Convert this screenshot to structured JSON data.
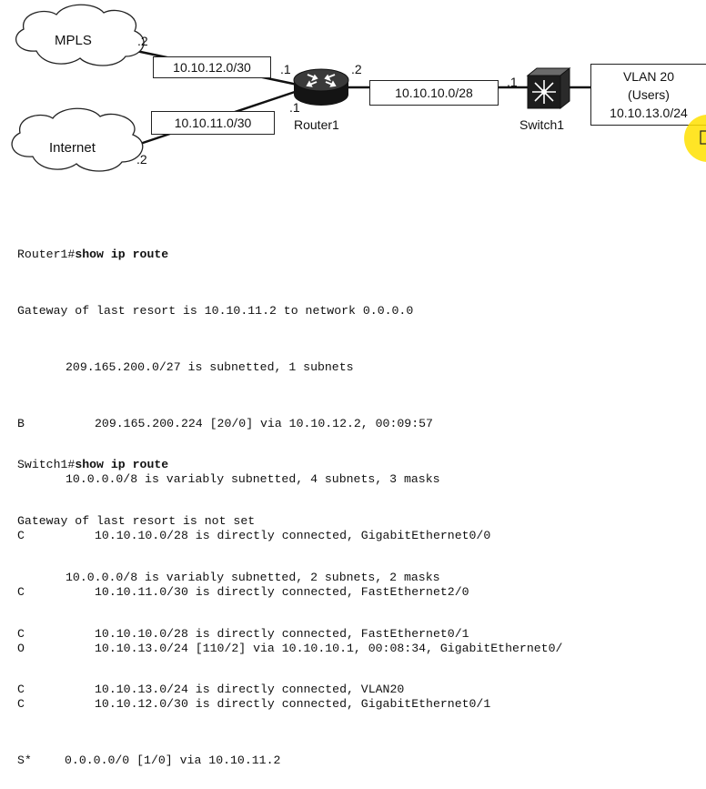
{
  "diagram": {
    "clouds": {
      "mpls": "MPLS",
      "internet": "Internet"
    },
    "subnets": {
      "mpls_link": "10.10.12.0/30",
      "internet_link": "10.10.11.0/30",
      "core_link": "10.10.10.0/28"
    },
    "ip_labels": {
      "mpls_side": ".2",
      "router_mpls": ".1",
      "router_core": ".2",
      "router_internet": ".1",
      "internet_side": ".2",
      "switch_core": ".1"
    },
    "router": {
      "name": "Router1"
    },
    "switch": {
      "name": "Switch1"
    },
    "vlan": {
      "line1": "VLAN 20",
      "line2": "(Users)",
      "line3": "10.10.13.0/24"
    }
  },
  "router_output": {
    "prompt": "Router1#",
    "command": "show ip route",
    "gateway": "Gateway of last resort is 10.10.11.2 to network 0.0.0.0",
    "net1_header": "209.165.200.0/27 is subnetted, 1 subnets",
    "net1_routes": [
      {
        "code": "B",
        "text": "209.165.200.224 [20/0] via 10.10.12.2, 00:09:57"
      }
    ],
    "net2_header": "10.0.0.0/8 is variably subnetted, 4 subnets, 3 masks",
    "net2_routes": [
      {
        "code": "C",
        "text": "10.10.10.0/28 is directly connected, GigabitEthernet0/0"
      },
      {
        "code": "C",
        "text": "10.10.11.0/30 is directly connected, FastEthernet2/0"
      },
      {
        "code": "O",
        "text": "10.10.13.0/24 [110/2] via 10.10.10.1, 00:08:34, GigabitEthernet0/"
      },
      {
        "code": "C",
        "text": "10.10.12.0/30 is directly connected, GigabitEthernet0/1"
      }
    ],
    "default_route": {
      "code": "S*",
      "text": "0.0.0.0/0 [1/0] via 10.10.11.2"
    }
  },
  "switch_output": {
    "prompt": "Switch1#",
    "command": "show ip route",
    "gateway": "Gateway of last resort is not set",
    "net_header": "10.0.0.0/8 is variably subnetted, 2 subnets, 2 masks",
    "routes": [
      {
        "code": "C",
        "text": "10.10.10.0/28 is directly connected, FastEthernet0/1"
      },
      {
        "code": "C",
        "text": "10.10.13.0/24 is directly connected, VLAN20"
      }
    ]
  }
}
